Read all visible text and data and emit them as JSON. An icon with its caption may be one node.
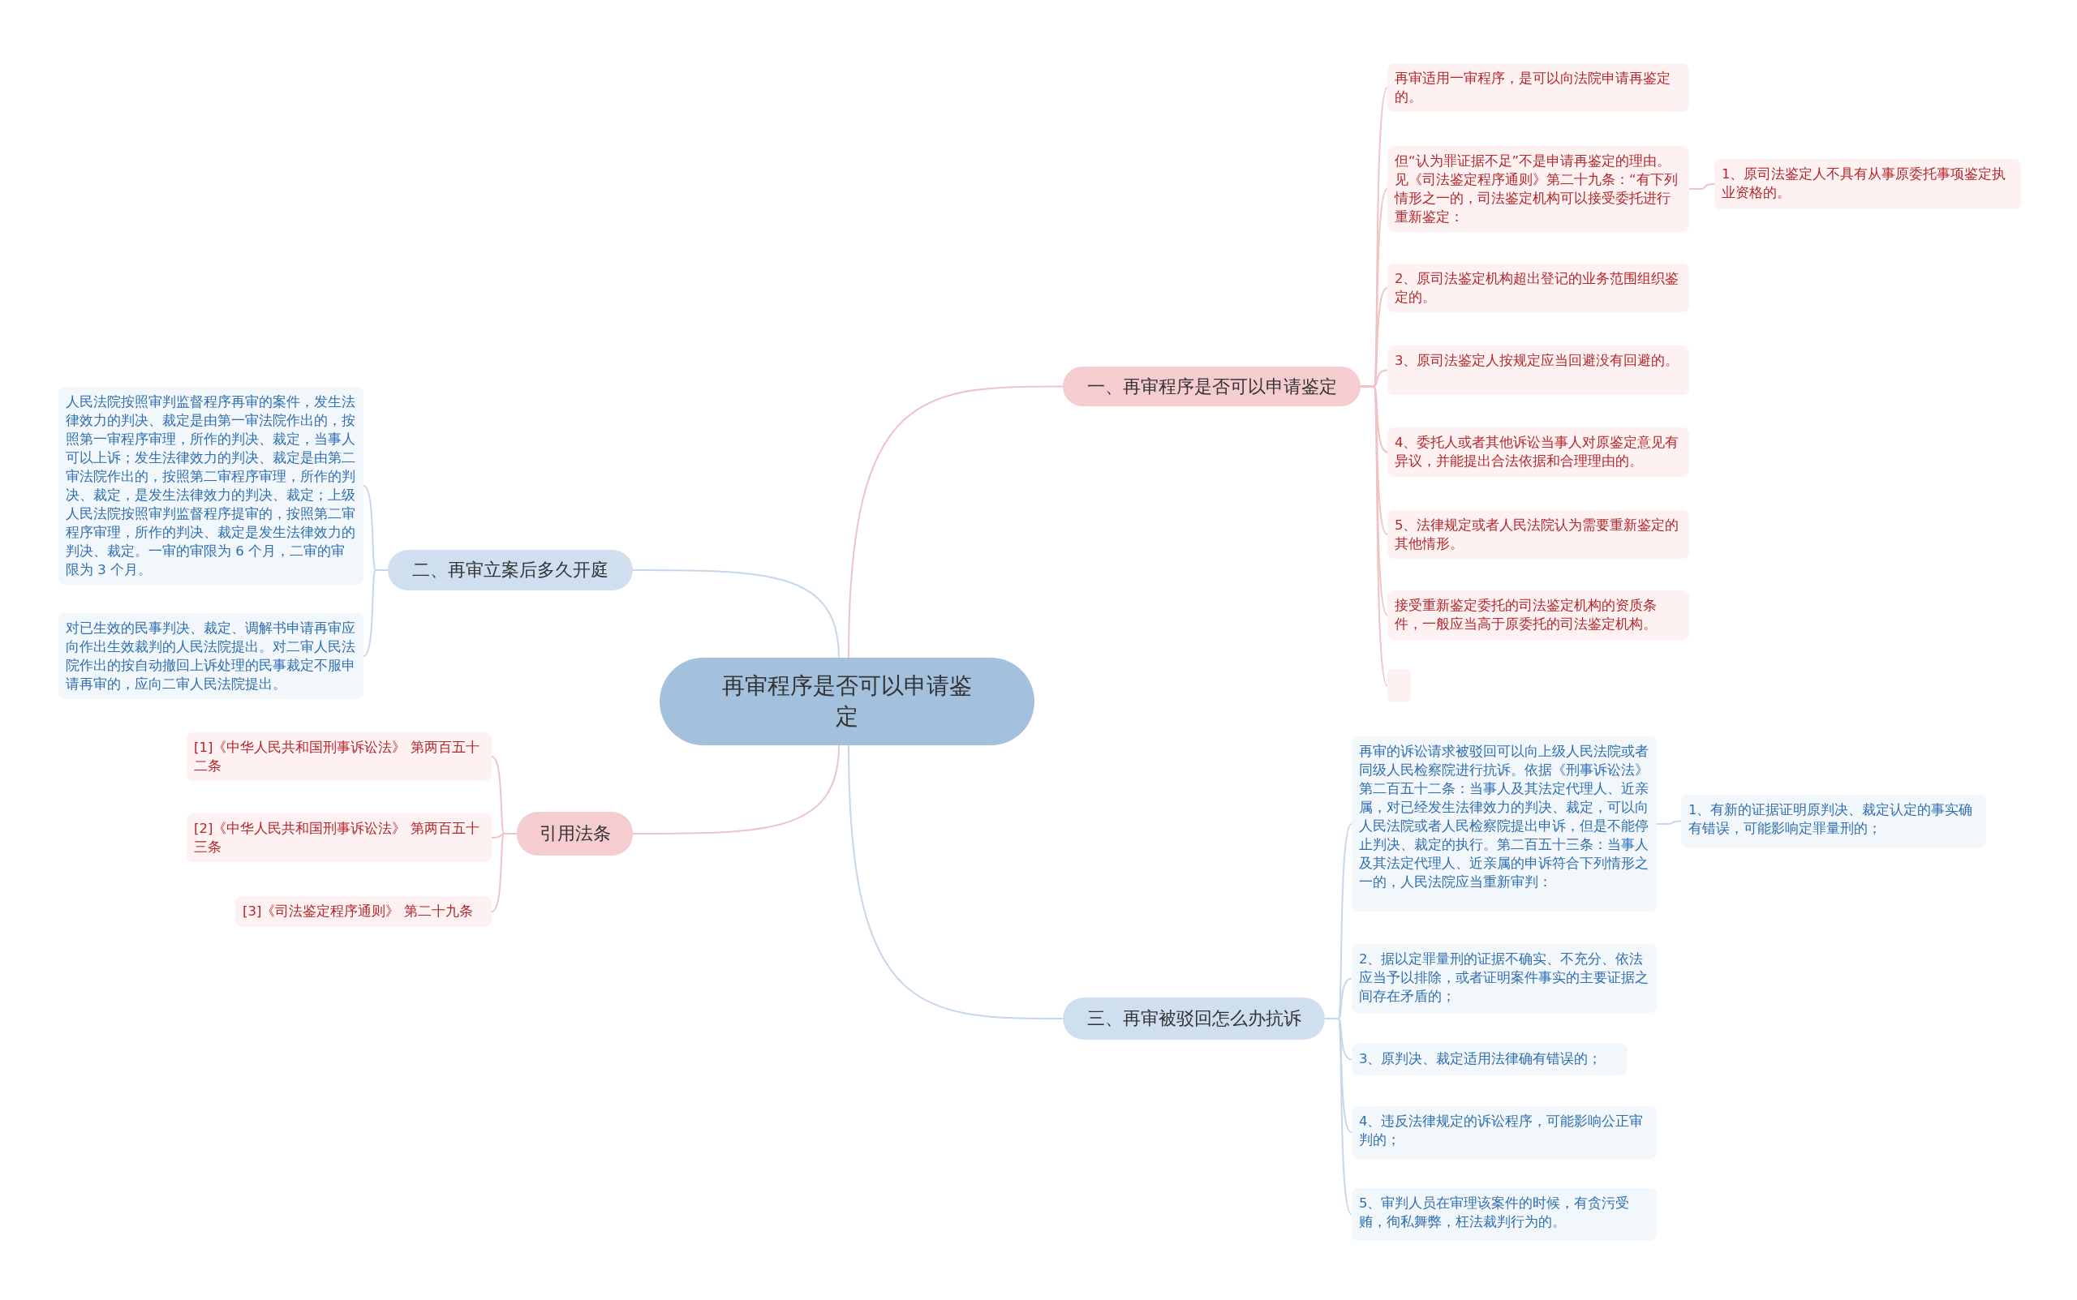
{
  "diagram": {
    "nodes": [
      {
        "text": [
          "再审程序是否可以申请鉴定"
        ]
      },
      {
        "text": [
          "一、再审程序是否可以申请鉴定"
        ]
      },
      {
        "text": [
          "再审适用一审程序，是可以向法院申请再鉴定的。"
        ]
      },
      {
        "text": [
          "但“认为罪证据不足”不是申请再鉴定的理由。见《司法鉴定程序通则》第二十九条：“有下列情形之一的，司法鉴定机构可以接受委托进行重新鉴定："
        ]
      },
      {
        "text": [
          "1、原司法鉴定人不具有从事原委托事项鉴定执业资格的。"
        ]
      },
      {
        "text": [
          "2、原司法鉴定机构超出登记的业务范围组织鉴定的。"
        ]
      },
      {
        "text": [
          "3、原司法鉴定人按规定应当回避没有回避的。"
        ]
      },
      {
        "text": [
          "4、委托人或者其他诉讼当事人对原鉴定意见有异议，并能提出合法依据和合理理由的。"
        ]
      },
      {
        "text": [
          "5、法律规定或者人民法院认为需要重新鉴定的其他情形。"
        ]
      },
      {
        "text": [
          "接受重新鉴定委托的司法鉴定机构的资质条件，一般应当高于原委托的司法鉴定机构。"
        ]
      },
      {
        "text": [],
        "shape": "box"
      },
      {
        "text": [
          "二、再审立案后多久开庭"
        ]
      },
      {
        "text": [
          "人民法院按照审判监督程序再审的案件，发生法律效力的判决、裁定是由第一审法院作出的，按照第一审程序审理，所作的判决、裁定，当事人可以上诉；发生法律效力的判决、裁定是由第二审法院作出的，按照第二审程序审理，所作的判决、裁定，是发生法律效力的判决、裁定；上级人民法院按照审判监督程序提审的，按照第二审程序审理，所作的判决、裁定是发生法律效力的判决、裁定。一审的审限为 6 个月，二审的审限为 3 个月。"
        ]
      },
      {
        "text": [
          "对已生效的民事判决、裁定、调解书申请再审应向作出生效裁判的人民法院提出。对二审人民法院作出的按自动撤回上诉处理的民事裁定不服申请再审的，应向二审人民法院提出。"
        ]
      },
      {
        "text": [
          "引用法条"
        ]
      },
      {
        "text": [
          "[1]《中华人民共和国刑事诉讼法》 第两百五十二条"
        ]
      },
      {
        "text": [
          "[2]《中华人民共和国刑事诉讼法》 第两百五十三条"
        ]
      },
      {
        "text": [
          "[3]《司法鉴定程序通则》 第二十九条"
        ]
      },
      {
        "text": [
          "三、再审被驳回怎么办抗诉"
        ]
      },
      {
        "text": [
          "再审的诉讼请求被驳回可以向上级人民法院或者同级人民检察院进行抗诉。依据《刑事诉讼法》第二百五十二条：当事人及其法定代理人、近亲属，对已经发生法律效力的判决、裁定，可以向人民法院或者人民检察院提出申诉，但是不能停止判决、裁定的执行。第二百五十三条：当事人及其法定代理人、近亲属的申诉符合下列情形之一的，人民法院应当重新审判："
        ]
      },
      {
        "text": [
          "1、有新的证据证明原判决、裁定认定的事实确有错误，可能影响定罪量刑的；"
        ]
      },
      {
        "text": [
          "2、据以定罪量刑的证据不确实、不充分、依法应当予以排除，或者证明案件事实的主要证据之间存在矛盾的；"
        ]
      },
      {
        "text": [
          "3、原判决、裁定适用法律确有错误的；"
        ]
      },
      {
        "text": [
          "4、违反法律规定的诉讼程序，可能影响公正审判的；"
        ]
      },
      {
        "text": [
          "5、审判人员在审理该案件的时候，有贪污受贿，徇私舞弊，枉法裁判行为的。"
        ]
      }
    ],
    "edges": [
      {
        "from": 0,
        "to": 1,
        "arrow": "none"
      },
      {
        "from": 1,
        "to": 2,
        "arrow": "none"
      },
      {
        "from": 1,
        "to": 3,
        "arrow": "none"
      },
      {
        "from": 3,
        "to": 4,
        "arrow": "none"
      },
      {
        "from": 1,
        "to": 5,
        "arrow": "none"
      },
      {
        "from": 1,
        "to": 6,
        "arrow": "none"
      },
      {
        "from": 1,
        "to": 7,
        "arrow": "none"
      },
      {
        "from": 1,
        "to": 8,
        "arrow": "none"
      },
      {
        "from": 1,
        "to": 9,
        "arrow": "none"
      },
      {
        "from": 1,
        "to": 10,
        "arrow": "none"
      },
      {
        "from": 0,
        "to": 11,
        "arrow": "none",
        "color": "#c5d7ea"
      },
      {
        "from": 11,
        "to": 12,
        "arrow": "none",
        "color": "#c5d7ea"
      },
      {
        "from": 11,
        "to": 13,
        "arrow": "none",
        "color": "#c5d7ea"
      },
      {
        "from": 0,
        "to": 14,
        "arrow": "none"
      },
      {
        "from": 14,
        "to": 15,
        "arrow": "none"
      },
      {
        "from": 14,
        "to": 16,
        "arrow": "none"
      },
      {
        "from": 14,
        "to": 17,
        "arrow": "none"
      },
      {
        "from": 0,
        "to": 18,
        "arrow": "none",
        "color": "#c5d7ea"
      },
      {
        "from": 18,
        "to": 19,
        "arrow": "none",
        "color": "#c5d7ea"
      },
      {
        "from": 19,
        "to": 20,
        "arrow": "none",
        "color": "#c5d7ea"
      },
      {
        "from": 18,
        "to": 21,
        "arrow": "none",
        "color": "#c5d7ea"
      },
      {
        "from": 18,
        "to": 22,
        "arrow": "none",
        "color": "#c5d7ea"
      },
      {
        "from": 18,
        "to": 23,
        "arrow": "none",
        "color": "#c5d7ea"
      },
      {
        "from": 18,
        "to": 24,
        "arrow": "none",
        "color": "#c5d7ea"
      }
    ]
  }
}
